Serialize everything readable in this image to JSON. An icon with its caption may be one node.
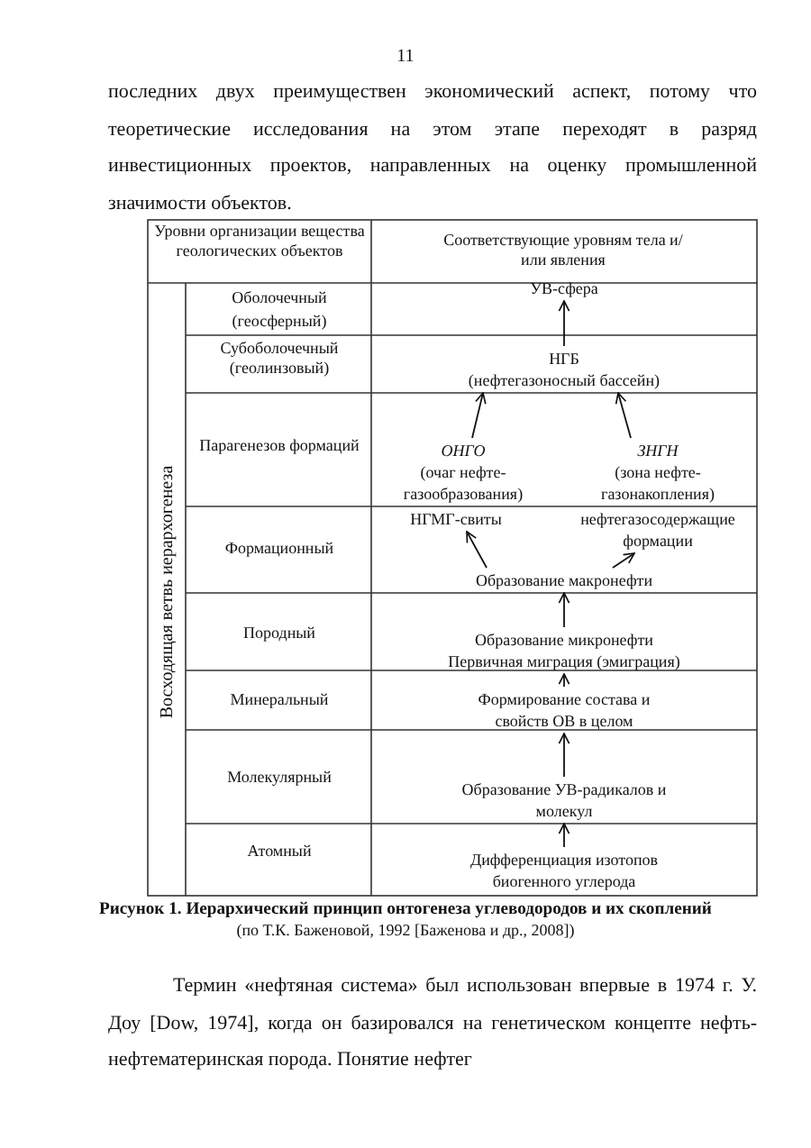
{
  "diagram": {
    "caption": "Рисунок 1. Иерархический принцип онтогенеза углеводородов и их скоплений",
    "nodes": [
      {
        "text": [
          "УВ-сфера"
        ]
      },
      {
        "text": [
          "НГБ",
          "(нефтегазоносный бассейн)"
        ]
      },
      {
        "text": [
          "ОНГО",
          "(очаг нефте- газообразования)"
        ]
      },
      {
        "text": [
          "ЗНГН",
          "(зона нефте- газонакопления)"
        ]
      },
      {
        "text": [
          "НГМГ-свиты"
        ]
      },
      {
        "text": [
          "нефтегазосодержащие формации"
        ]
      },
      {
        "text": [
          "Образование макронефти"
        ]
      },
      {
        "text": [
          "Образование микронефти",
          "Первичная миграция (эмиграция)"
        ]
      },
      {
        "text": [
          "Формирование состава и свойств ОВ в целом"
        ]
      },
      {
        "text": [
          "Образование УВ-радикалов и молекул"
        ]
      },
      {
        "text": [
          "Дифференциация изотопов биогенного углерода"
        ]
      }
    ],
    "edges": [
      {
        "from": 1,
        "to": 0,
        "arrow": "to"
      },
      {
        "from": 2,
        "to": 1,
        "arrow": "to"
      },
      {
        "from": 3,
        "to": 1,
        "arrow": "to"
      },
      {
        "from": 6,
        "to": 4,
        "arrow": "to"
      },
      {
        "from": 6,
        "to": 5,
        "arrow": "to"
      },
      {
        "from": 7,
        "to": 6,
        "arrow": "to"
      },
      {
        "from": 8,
        "to": 7,
        "arrow": "to"
      },
      {
        "from": 9,
        "to": 8,
        "arrow": "to"
      },
      {
        "from": 10,
        "to": 9,
        "arrow": "to"
      }
    ],
    "labels": [
      "11",
      "последних двух преимуществен экономический аспект, потому что теоретические исследования на этом этапе переходят в разряд инвестиционных проектов, направленных на оценку промышленной значимости объектов.",
      "Уровни организации вещества геологических объектов",
      "Соответствующие уровням тела и/или явления",
      "Восходящая ветвь иерархогенеза",
      "Оболочечный (геосферный)",
      "Субоболочечный (геолинзовый)",
      "Парагенезов формаций",
      "Формационный",
      "Породный",
      "Минеральный",
      "Молекулярный",
      "Атомный",
      "(по Т.К. Баженовой, 1992 [Баженова и др., 2008])",
      "Термин «нефтяная система» был использован впервые в 1974 г. У. Доу [Dow, 1974], когда он базировался на генетическом концепте нефть-нефтематеринская порода. Понятие нефтег"
    ]
  }
}
